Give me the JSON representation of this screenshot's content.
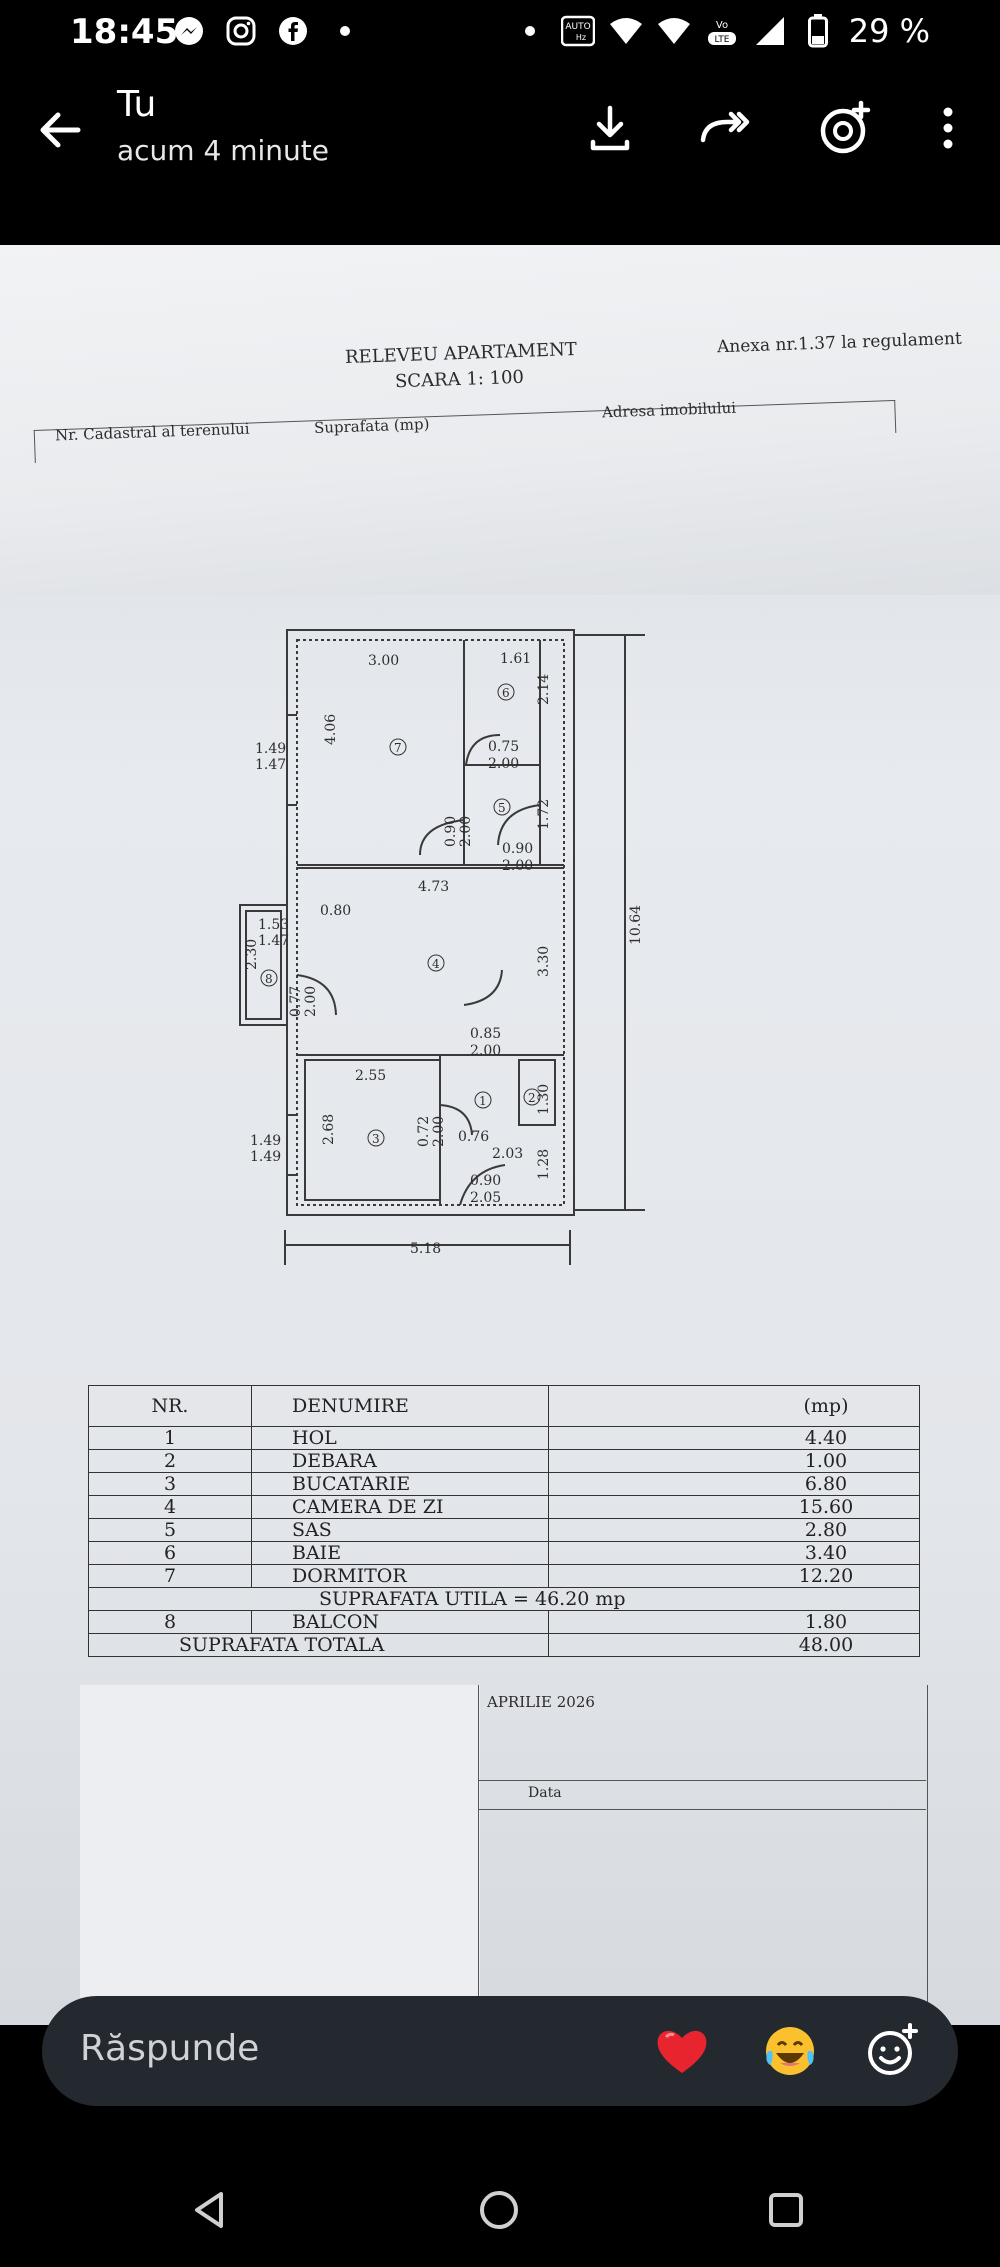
{
  "status_bar": {
    "time": "18:45",
    "battery_percent": "29 %",
    "icons": [
      "messenger-icon",
      "instagram-icon",
      "facebook-icon",
      "dot-icon",
      "dot-icon",
      "auto-hz-icon",
      "wifi-icon",
      "wifi-icon",
      "volte-icon",
      "signal-icon",
      "battery-icon"
    ]
  },
  "header": {
    "title": "Tu",
    "subtitle": "acum 4 minute",
    "actions": [
      "download-icon",
      "forward-icon",
      "add-to-story-icon",
      "more-vert-icon"
    ]
  },
  "document": {
    "title": "RELEVEU APARTAMENT",
    "scale": "SCARA 1: 100",
    "annex": "Anexa nr.1.37 la regulament",
    "header_cols": [
      "Nr. Cadastral al terenului",
      "Suprafata (mp)",
      "Adresa imobilului"
    ],
    "plan_labels": {
      "d300": "3.00",
      "d161": "1.61",
      "d214": "2.14",
      "d406": "4.06",
      "r7": "7",
      "r6": "6",
      "d149a": "1.49",
      "d147a": "1.47",
      "d075": "0.75",
      "d200a": "2.00",
      "r5": "5",
      "d090a": "0.90",
      "d200b": "2.00",
      "d172": "1.72",
      "d090b": "0.90",
      "d200c": "2.00",
      "d473": "4.73",
      "d1064": "10.64",
      "d080": "0.80",
      "d153": "1.53",
      "d147b": "1.47",
      "d230": "2.30",
      "r8": "8",
      "r4": "4",
      "d330": "3.30",
      "d077": "0.77",
      "d200d": "2.00",
      "d085": "0.85",
      "d200e": "2.00",
      "d255": "2.55",
      "r1": "1",
      "r2": "2",
      "d130": "1.30",
      "d268": "2.68",
      "r3": "3",
      "d072": "0.72",
      "d200f": "2.00",
      "d076": "0.76",
      "d203": "2.03",
      "d149b": "1.49",
      "d149c": "1.49",
      "d128": "1.28",
      "d090c": "0.90",
      "d205": "2.05",
      "d518": "5.18"
    },
    "table": {
      "headers": [
        "NR.",
        "DENUMIRE",
        "(mp)"
      ],
      "rows": [
        {
          "nr": "1",
          "name": "HOL",
          "area": "4.40"
        },
        {
          "nr": "2",
          "name": "DEBARA",
          "area": "1.00"
        },
        {
          "nr": "3",
          "name": "BUCATARIE",
          "area": "6.80"
        },
        {
          "nr": "4",
          "name": "CAMERA DE ZI",
          "area": "15.60"
        },
        {
          "nr": "5",
          "name": "SAS",
          "area": "2.80"
        },
        {
          "nr": "6",
          "name": "BAIE",
          "area": "3.40"
        },
        {
          "nr": "7",
          "name": "DORMITOR",
          "area": "12.20"
        }
      ],
      "useful_area": "SUPRAFATA UTILA = 46.20 mp",
      "balcony": {
        "nr": "8",
        "name": "BALCON",
        "area": "1.80"
      },
      "total_label": "SUPRAFATA TOTALA",
      "total_area": "48.00"
    },
    "date_value": "APRILIE 2026",
    "date_label": "Data"
  },
  "reply": {
    "placeholder": "Răspunde",
    "emojis": [
      "heart-emoji-icon",
      "tears-of-joy-emoji-icon",
      "add-emoji-icon"
    ]
  },
  "nav": [
    "back-nav-icon",
    "home-nav-icon",
    "recents-nav-icon"
  ]
}
